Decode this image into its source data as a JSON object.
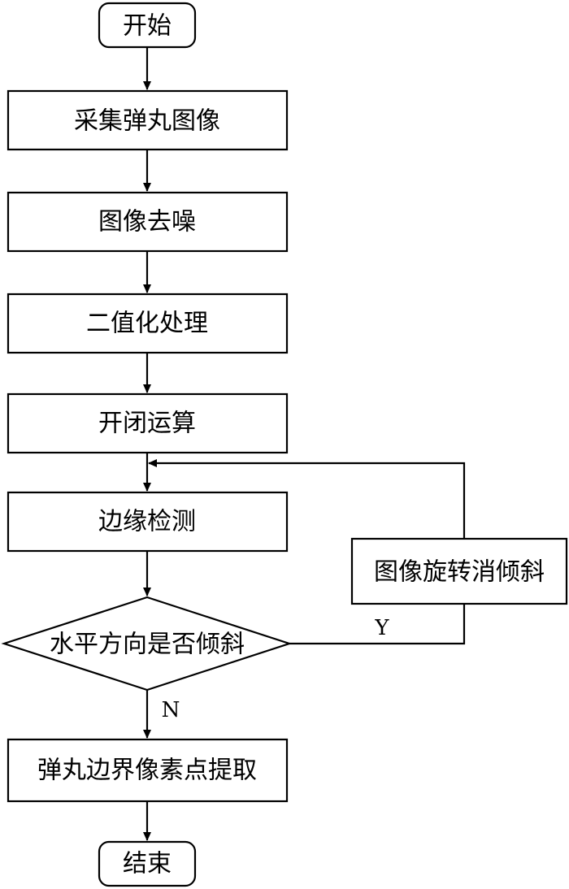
{
  "flowchart": {
    "start": "开始",
    "capture": "采集弹丸图像",
    "denoise": "图像去噪",
    "binarize": "二值化处理",
    "open_close": "开闭运算",
    "edge_detect": "边缘检测",
    "tilt_check": "水平方向是否倾斜",
    "rotate_fix": "图像旋转消倾斜",
    "extract": "弹丸边界像素点提取",
    "end": "结束",
    "branch_yes": "Y",
    "branch_no": "N"
  }
}
